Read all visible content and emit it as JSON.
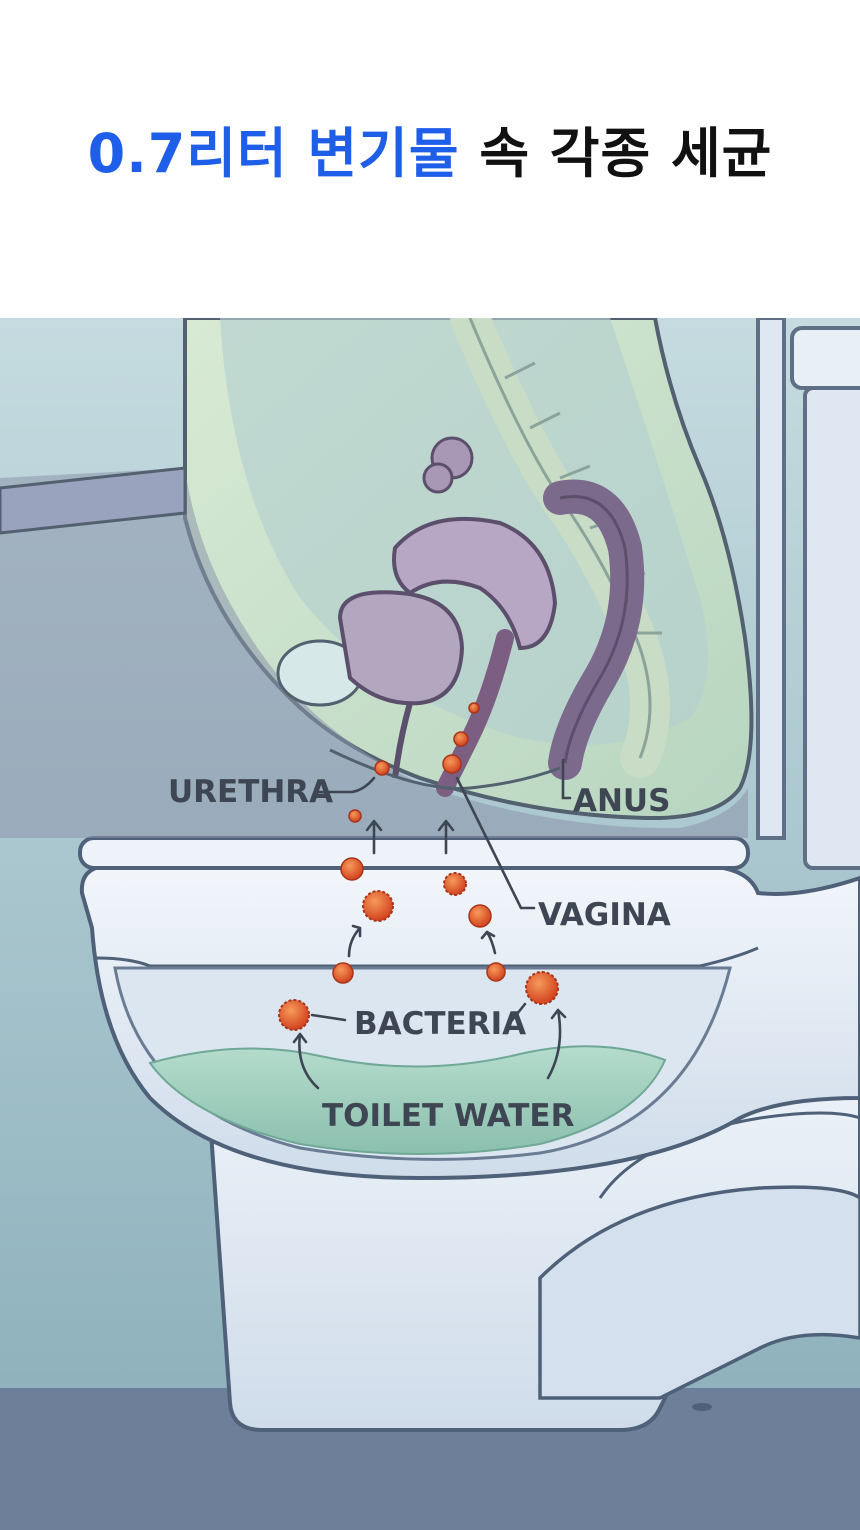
{
  "title": {
    "highlight": "0.7리터 변기물",
    "rest": " 속 각종 세균",
    "highlight_color": "#1f5ee8",
    "text_color": "#111111"
  },
  "diagram": {
    "labels": {
      "urethra": "URETHRA",
      "anus": "ANUS",
      "vagina": "VAGINA",
      "bacteria": "BACTERIA",
      "toilet_water": "TOILET WATER"
    },
    "colors": {
      "bacteria": "#e0552b",
      "water": "#9fcfbf",
      "porcelain": "#e6eef7",
      "wall": "#a9c7cf",
      "floor": "#6e7f9a",
      "organs": "#9c8bab"
    }
  }
}
